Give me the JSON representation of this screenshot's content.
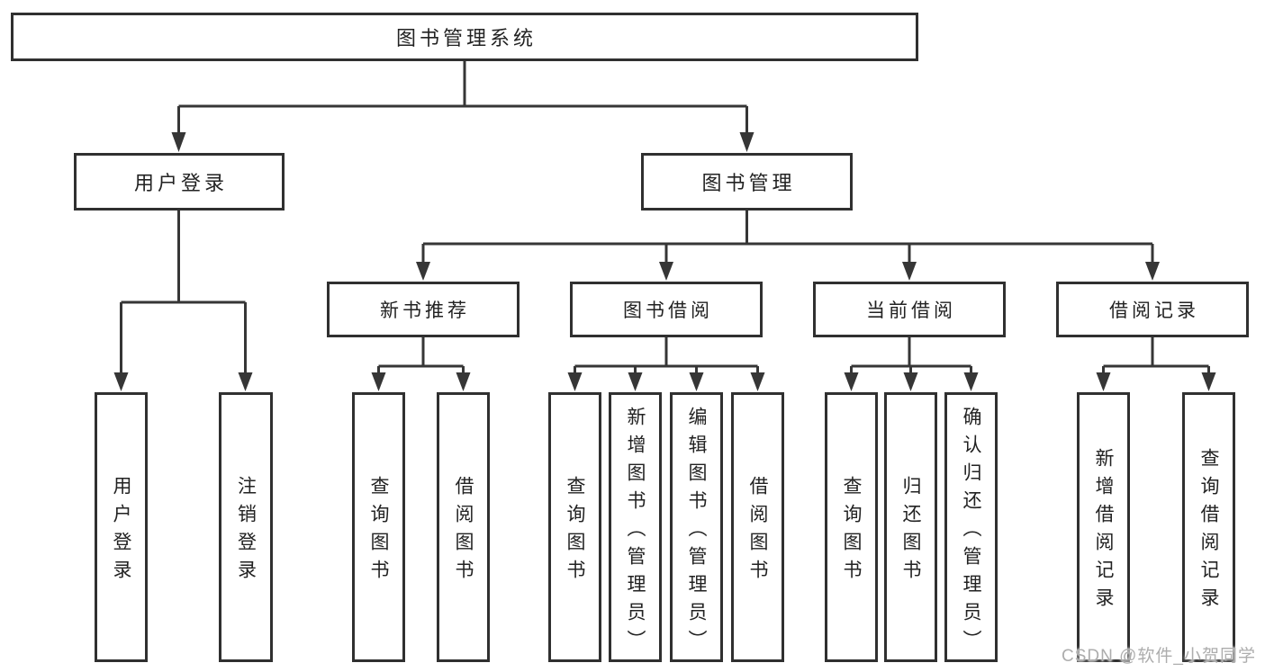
{
  "diagram_title": "图书管理系统",
  "tree": {
    "root": {
      "label": "图书管理系统",
      "children": [
        {
          "label": "用户登录",
          "children": [
            {
              "label": "用户登录"
            },
            {
              "label": "注销登录"
            }
          ]
        },
        {
          "label": "图书管理",
          "children": [
            {
              "label": "新书推荐",
              "children": [
                {
                  "label": "查询图书"
                },
                {
                  "label": "借阅图书"
                }
              ]
            },
            {
              "label": "图书借阅",
              "children": [
                {
                  "label": "查询图书"
                },
                {
                  "label": "新增图书（管理员）"
                },
                {
                  "label": "编辑图书（管理员）"
                },
                {
                  "label": "借阅图书"
                }
              ]
            },
            {
              "label": "当前借阅",
              "children": [
                {
                  "label": "查询图书"
                },
                {
                  "label": "归还图书"
                },
                {
                  "label": "确认归还（管理员）"
                }
              ]
            },
            {
              "label": "借阅记录",
              "children": [
                {
                  "label": "新增借阅记录"
                },
                {
                  "label": "查询借阅记录"
                }
              ]
            }
          ]
        }
      ]
    }
  },
  "watermark": {
    "text": "CSDN @软件_小贺同学"
  },
  "colors": {
    "background": "#ffffff",
    "box_border": "#303030",
    "connector_line": "#363636",
    "arrowhead": "#363636",
    "text": "#222222",
    "watermark_text": "#adadad"
  }
}
